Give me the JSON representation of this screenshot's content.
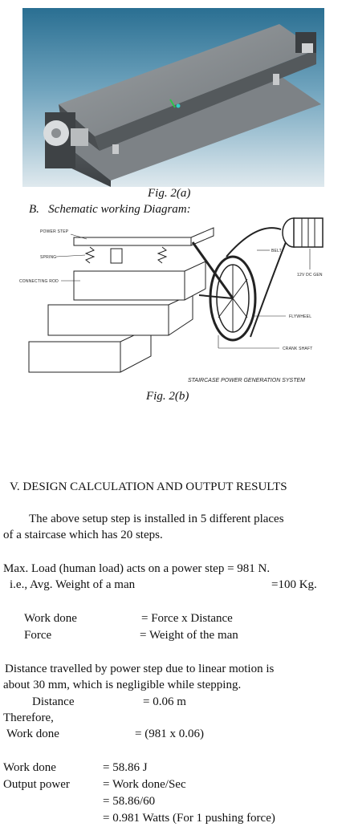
{
  "figure_a": {
    "caption": "Fig. 2(a)"
  },
  "section_b": {
    "heading": "B.   Schematic working Diagram:"
  },
  "diagram": {
    "labels": {
      "power_step": "POWER STEP",
      "spring": "SPRING",
      "connecting_rod": "CONNECTING ROD",
      "belt": "BELT",
      "generator": "12V DC GEN",
      "flywheel": "FLYWHEEL",
      "crank_shaft": "CRANK SHAFT"
    },
    "title": "STAIRCASE POWER GENERATION SYSTEM"
  },
  "figure_b": {
    "caption": "Fig. 2(b)"
  },
  "section_v": {
    "heading": "V. DESIGN CALCULATION AND OUTPUT RESULTS"
  },
  "paragraph1": {
    "line1": "The above setup step is installed in 5 different places",
    "line2": "of a staircase which has 20 steps."
  },
  "load": {
    "line1": "Max. Load (human load) acts on a power step = 981 N.",
    "line2_label": "i.e., Avg. Weight of a man",
    "line2_value": "=100 Kg."
  },
  "definitions": {
    "work_label": "Work done",
    "work_value": "= Force x Distance",
    "force_label": "Force",
    "force_value": "= Weight of the man"
  },
  "distance_para": {
    "line1": "Distance travelled by power step due to linear motion is",
    "line2": "about 30 mm, which is negligible while stepping.",
    "distance_label": "Distance",
    "distance_value": "= 0.06 m",
    "therefore": "Therefore,",
    "work_label": "Work done",
    "work_value": "= (981 x 0.06)"
  },
  "results": {
    "work_label": "Work done",
    "work_value": "= 58.86 J",
    "output_label": "Output power",
    "output_value1": "= Work done/Sec",
    "output_value2": "= 58.86/60",
    "output_value3": "= 0.981 Watts (For 1 pushing force)"
  }
}
